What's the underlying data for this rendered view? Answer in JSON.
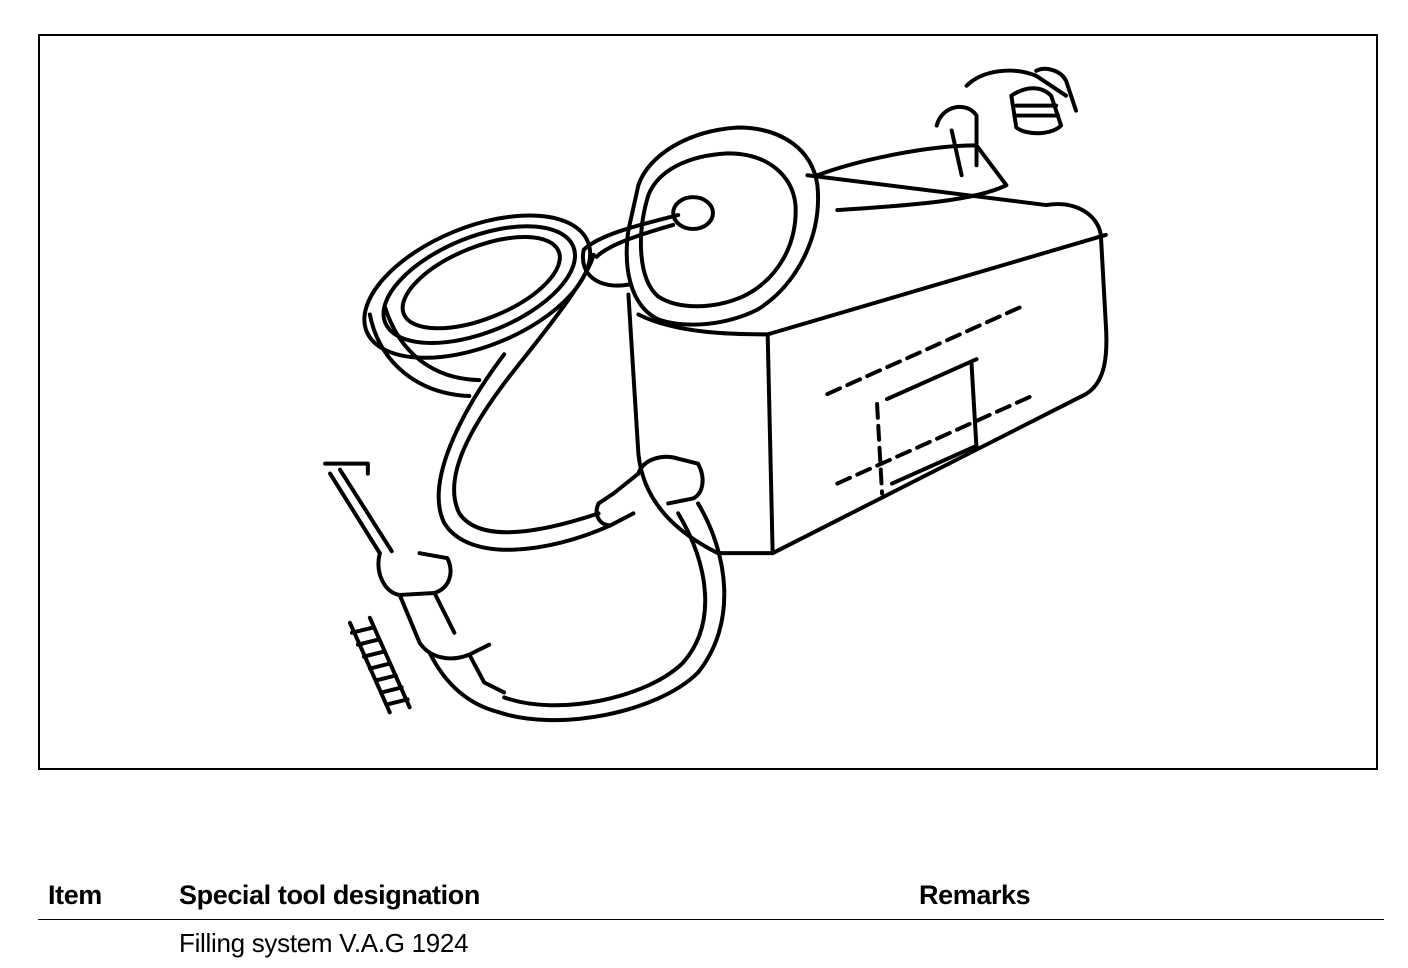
{
  "figure": {
    "icon": "filling-system-illustration"
  },
  "table": {
    "headers": {
      "item": "Item",
      "designation": "Special tool designation",
      "remarks": "Remarks"
    },
    "rows": [
      {
        "item": "",
        "designation": "Filling system V.A.G 1924",
        "remarks": ""
      }
    ]
  }
}
